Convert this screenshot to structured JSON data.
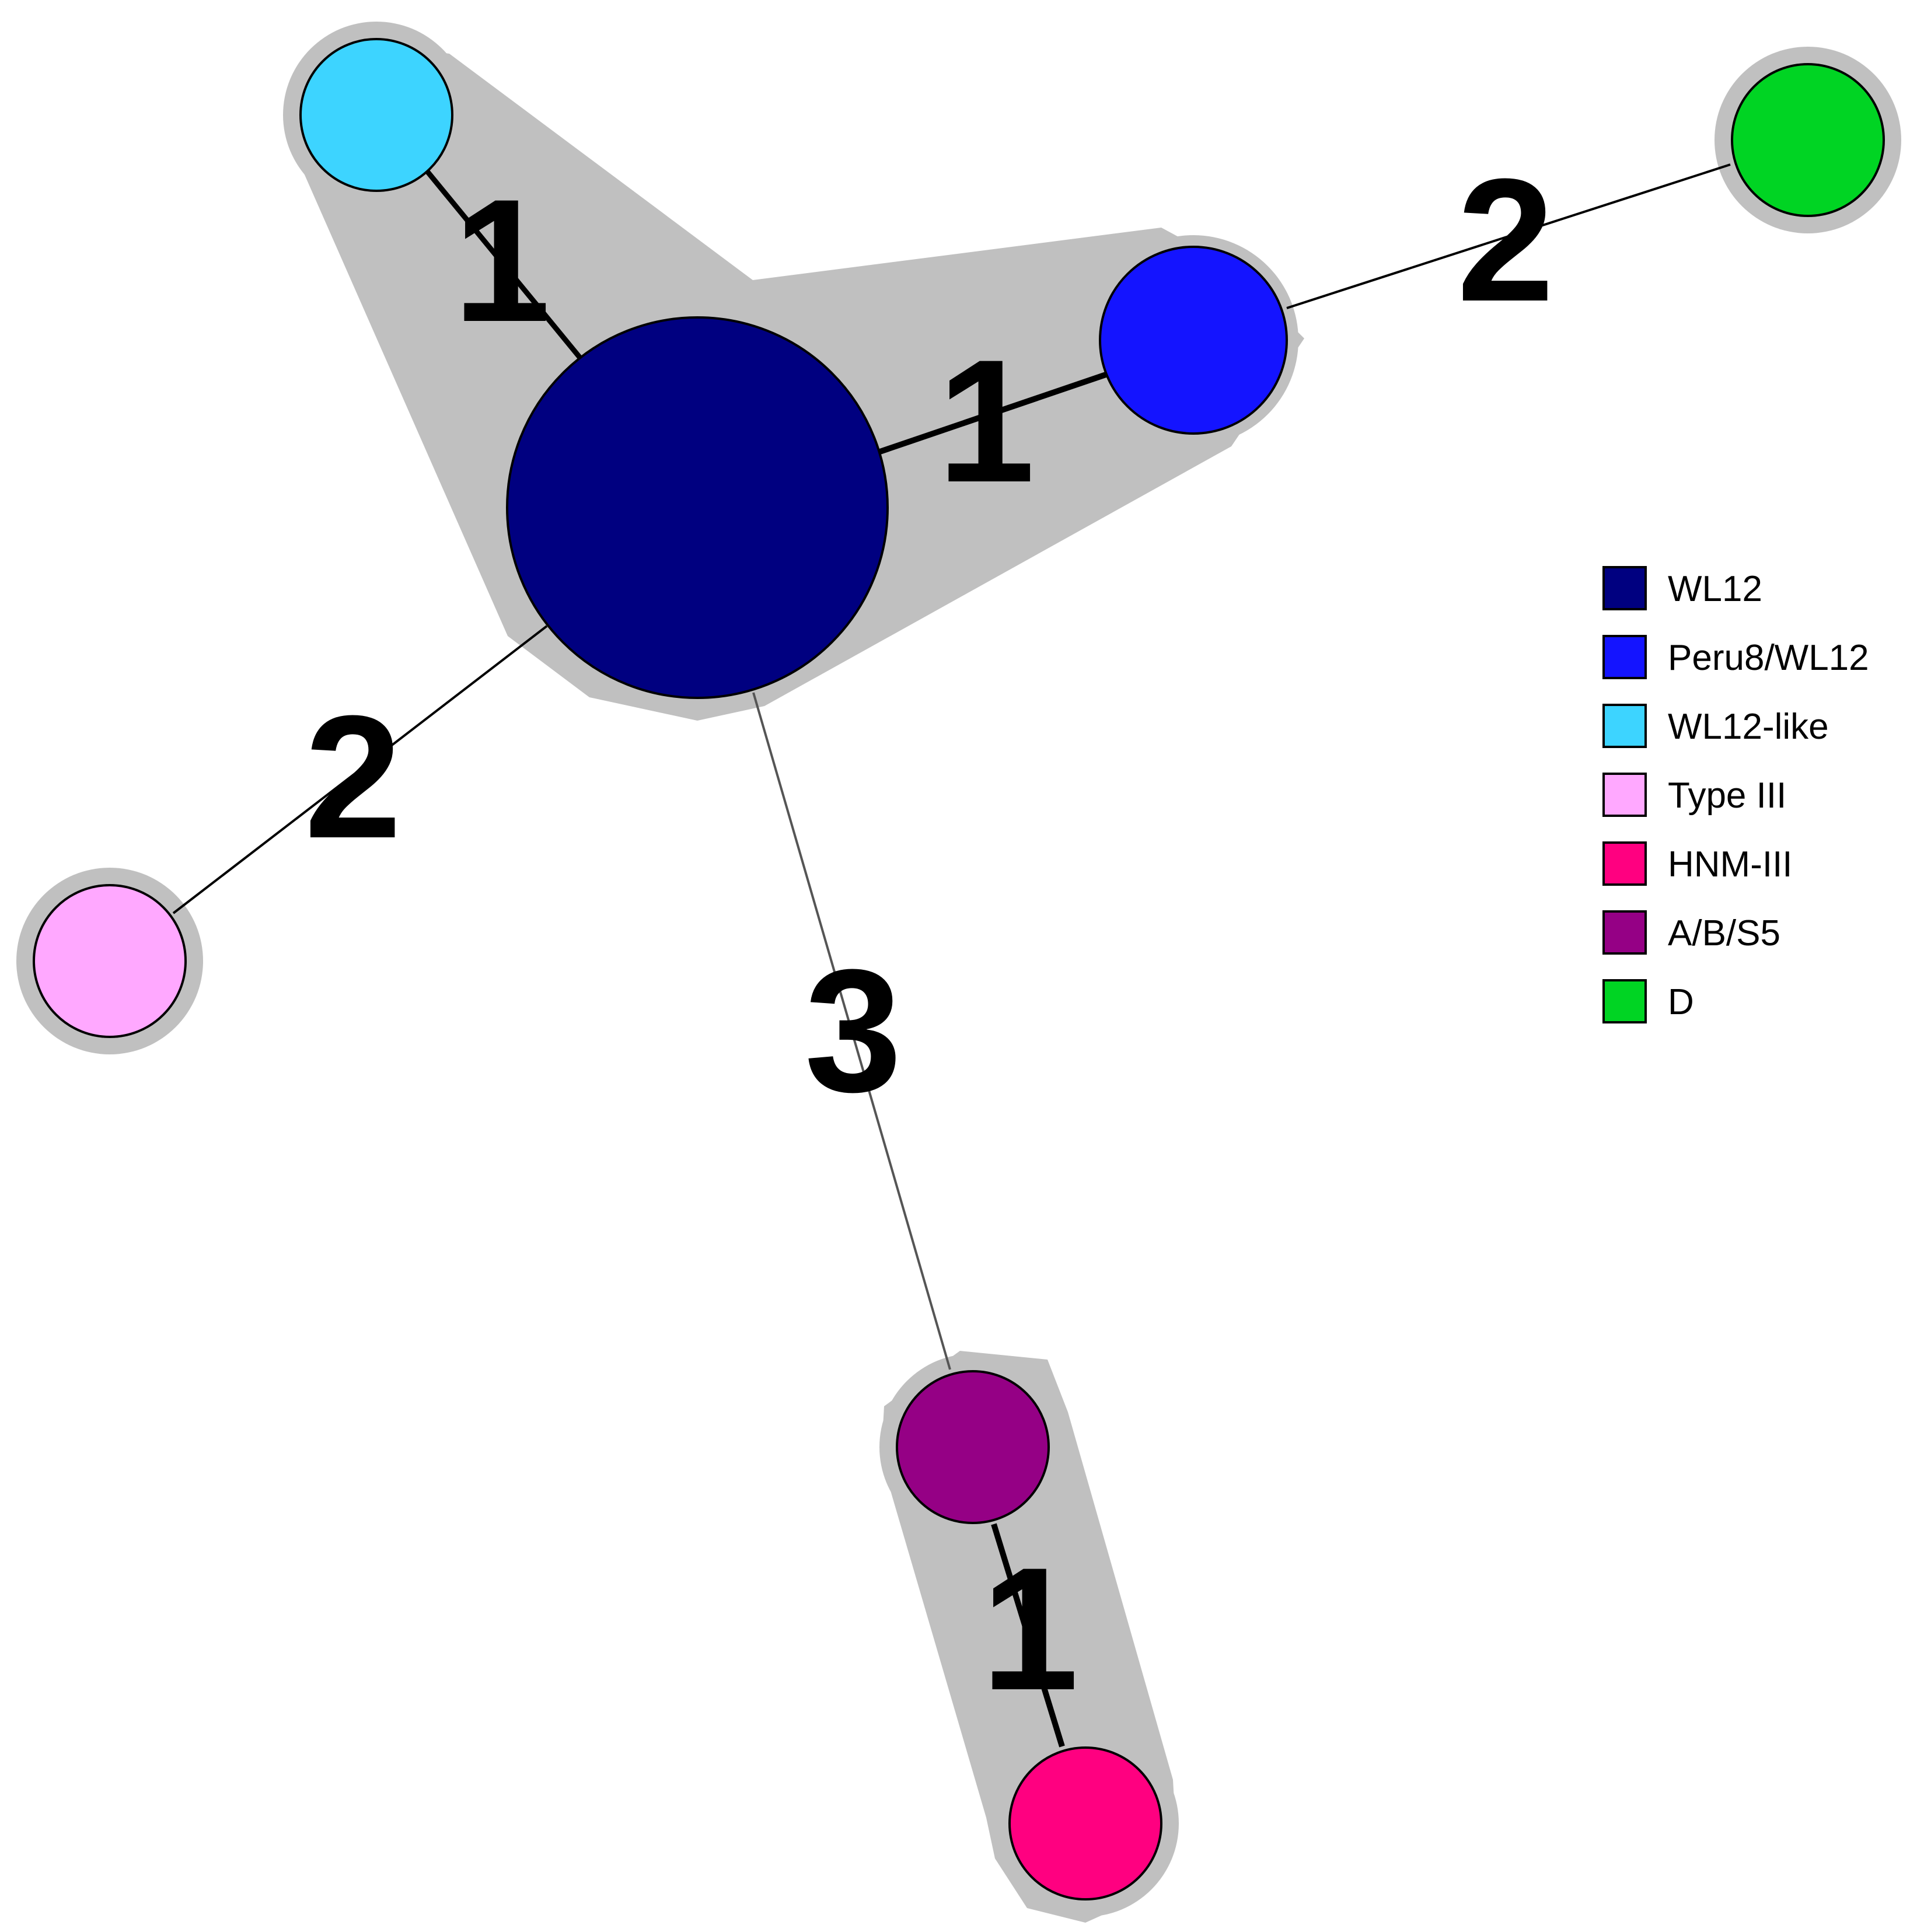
{
  "nodes": [
    {
      "id": "WL12",
      "color": "#000080",
      "size": "large"
    },
    {
      "id": "Peru8/WL12",
      "color": "#1414FF"
    },
    {
      "id": "WL12-like",
      "color": "#3DD4FF"
    },
    {
      "id": "Type III",
      "color": "#FFA8FF"
    },
    {
      "id": "A/B/S5",
      "color": "#950085"
    },
    {
      "id": "HNM-III",
      "color": "#FF0080"
    },
    {
      "id": "D",
      "color": "#00D423"
    }
  ],
  "edges": [
    {
      "from": "WL12",
      "to": "WL12-like",
      "label": "1"
    },
    {
      "from": "WL12",
      "to": "Peru8/WL12",
      "label": "1"
    },
    {
      "from": "Peru8/WL12",
      "to": "D",
      "label": "2"
    },
    {
      "from": "WL12",
      "to": "Type III",
      "label": "2"
    },
    {
      "from": "WL12",
      "to": "A/B/S5",
      "label": "3"
    },
    {
      "from": "A/B/S5",
      "to": "HNM-III",
      "label": "1"
    }
  ],
  "clusters": [
    {
      "members": [
        "WL12",
        "WL12-like",
        "Peru8/WL12"
      ]
    },
    {
      "members": [
        "A/B/S5",
        "HNM-III"
      ]
    }
  ],
  "legend": [
    {
      "label": "WL12",
      "color": "#000080"
    },
    {
      "label": "Peru8/WL12",
      "color": "#1414FF"
    },
    {
      "label": "WL12-like",
      "color": "#3DD4FF"
    },
    {
      "label": "Type III",
      "color": "#FFA8FF"
    },
    {
      "label": "HNM-III",
      "color": "#FF0080"
    },
    {
      "label": "A/B/S5",
      "color": "#950085"
    },
    {
      "label": "D",
      "color": "#00D423"
    }
  ],
  "colors": {
    "halo": "#C0C0C0",
    "edge": "#000000",
    "node_stroke": "#000000"
  }
}
